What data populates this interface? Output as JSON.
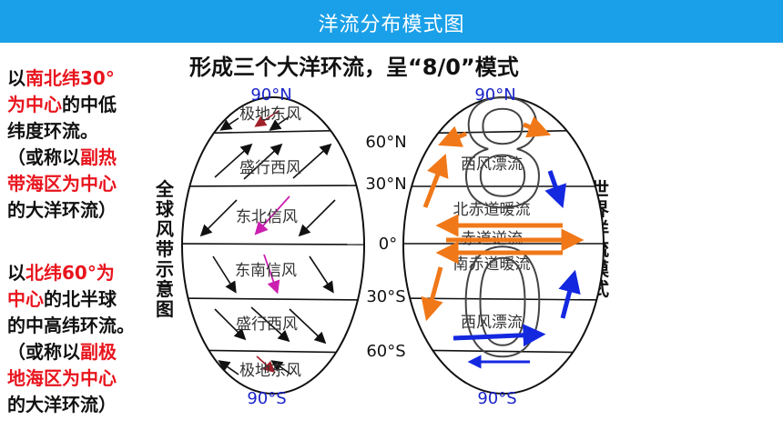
{
  "header": {
    "title": "洋流分布模式图"
  },
  "subtitle": "形成三个大洋环流，呈“8/0”模式",
  "left_text": {
    "block1": [
      [
        {
          "t": "以",
          "hl": false
        },
        {
          "t": "南北纬30°",
          "hl": true
        }
      ],
      [
        {
          "t": "为中心",
          "hl": true
        },
        {
          "t": "的中低",
          "hl": false
        }
      ],
      [
        {
          "t": "纬度环流。",
          "hl": false
        }
      ],
      [
        {
          "t": "（或称以",
          "hl": false
        },
        {
          "t": "副热",
          "hl": true
        }
      ],
      [
        {
          "t": "带海区为中心",
          "hl": true
        }
      ],
      [
        {
          "t": "的大洋环流）",
          "hl": false
        }
      ]
    ],
    "block2": [
      [
        {
          "t": "以",
          "hl": false
        },
        {
          "t": "北纬60°为",
          "hl": true
        }
      ],
      [
        {
          "t": "中心",
          "hl": true
        },
        {
          "t": "的北半球",
          "hl": false
        }
      ],
      [
        {
          "t": "的中高纬环流。",
          "hl": false
        }
      ],
      [
        {
          "t": "（或称以",
          "hl": false
        },
        {
          "t": "副极",
          "hl": true
        }
      ],
      [
        {
          "t": "地海区为中心",
          "hl": true
        }
      ],
      [
        {
          "t": "的大洋环流）",
          "hl": false
        }
      ]
    ]
  },
  "left_diagram": {
    "vertical_label": "全球风带示意图",
    "north_pole": "90°N",
    "south_pole": "90°S",
    "winds": [
      "极地东风",
      "盛行西风",
      "东北信风",
      "东南信风",
      "盛行西风",
      "极地东风"
    ]
  },
  "latitudes": [
    "60°N",
    "30°N",
    "0°",
    "30°S",
    "60°S"
  ],
  "right_diagram": {
    "vertical_label": "世界洋流模式",
    "north_pole": "90°N",
    "south_pole": "90°S",
    "currents": [
      "西风漂流",
      "北赤道暖流",
      "赤道逆流",
      "南赤道暖流",
      "西风漂流"
    ],
    "big_glyphs": [
      "8",
      "0"
    ]
  },
  "colors": {
    "header_bg": "#1aa0e8",
    "highlight": "#e8141d",
    "warm_current": "#f07818",
    "cold_current": "#1428e0",
    "pole_label": "#1a24c8",
    "wind_arrow_magenta": "#cc1fb0",
    "wind_arrow_brown": "#a0202a"
  }
}
